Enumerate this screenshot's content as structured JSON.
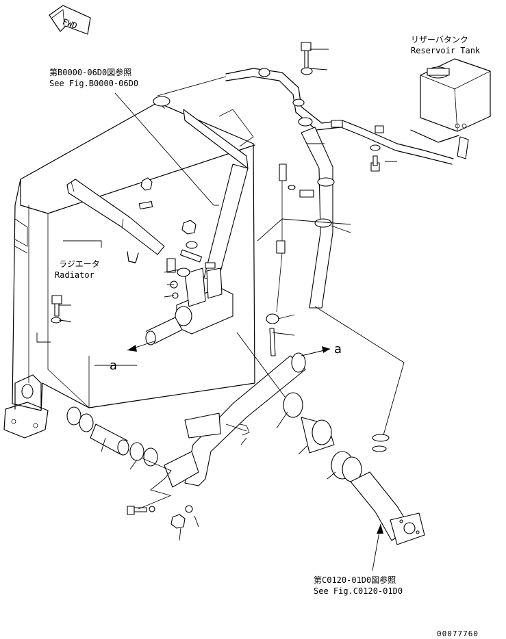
{
  "fwd_label": "FWD",
  "reference_top": {
    "jp": "第B0000-06D0図参照",
    "en": "See Fig.B0000-06D0"
  },
  "reference_bottom": {
    "jp": "第C0120-01D0図参照",
    "en": "See Fig.C0120-01D0"
  },
  "reservoir_tank": {
    "jp": "リザーバタンク",
    "en": "Reservoir Tank"
  },
  "radiator": {
    "jp": "ラジエータ",
    "en": "Radiator"
  },
  "view_markers": [
    "a",
    "a"
  ],
  "drawing_number": "00077760"
}
